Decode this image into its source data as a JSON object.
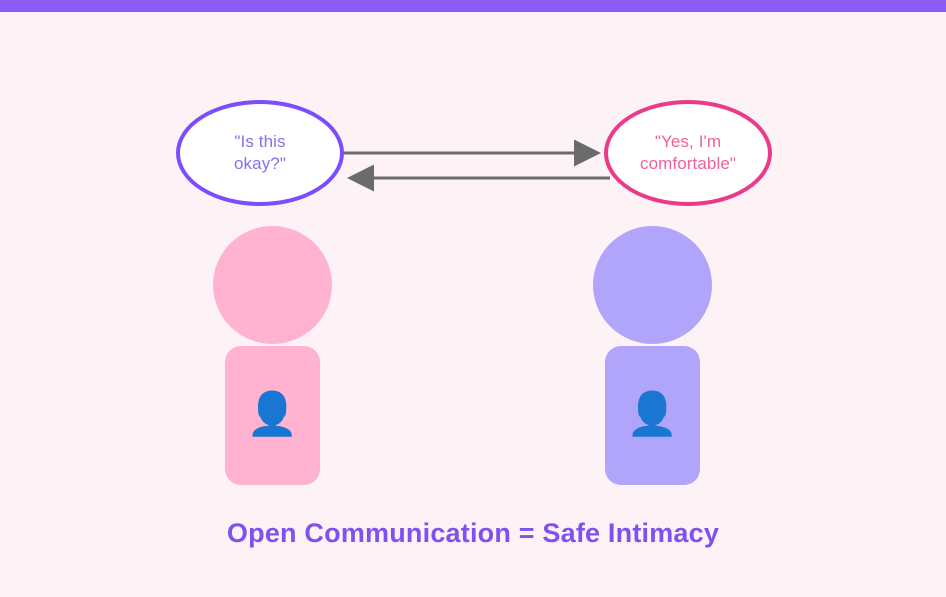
{
  "top_bar": {
    "color": "#8b5cf6"
  },
  "background": {
    "color": "#fdf2f5"
  },
  "bubbles": [
    {
      "id": "left",
      "text": "\"Is this\nokay?\"",
      "border_color": "#7c4dff",
      "text_color": "#8b6ef0",
      "fill_color": "#ffffff"
    },
    {
      "id": "right",
      "text": "\"Yes, I'm\ncomfortable\"",
      "border_color": "#ec3a8b",
      "text_color": "#f0609a",
      "fill_color": "#ffffff"
    }
  ],
  "arrows": [
    {
      "id": "left-to-right",
      "direction": "right",
      "color": "#6b6b6b"
    },
    {
      "id": "right-to-left",
      "direction": "left",
      "color": "#6b6b6b"
    }
  ],
  "figures": [
    {
      "id": "left",
      "color": "#ffb3d1",
      "icon": "person-icon",
      "glyph": "👤"
    },
    {
      "id": "right",
      "color": "#b0a5fa",
      "icon": "person-icon",
      "glyph": "👤"
    }
  ],
  "caption": {
    "text": "Open Communication = Safe Intimacy",
    "color": "#8050f0"
  }
}
